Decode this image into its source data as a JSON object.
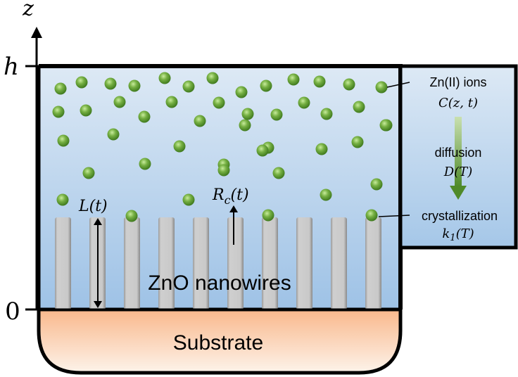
{
  "axis": {
    "label": "z",
    "top_tick": "h",
    "bottom_tick": "0"
  },
  "labels": {
    "length": "L(t)",
    "rc_main": "R",
    "rc_sub": "c",
    "rc_tail": "(t)",
    "nanowires": "ZnO nanowires",
    "substrate": "Substrate"
  },
  "side_panel": {
    "ions_title": "Zn(II) ions",
    "ions_formula": "C(z, t)",
    "diffusion_title": "diffusion",
    "diffusion_formula": "D(T)",
    "crystal_title": "crystallization",
    "crystal_main": "k",
    "crystal_sub": "1",
    "crystal_tail": "(T)"
  },
  "colors": {
    "solution_top": "#dce9f5",
    "solution_bottom": "#9fc3e6",
    "substrate_top": "#f9b98d",
    "substrate_bottom": "#fdf1e6",
    "nanowire": "#c8c8c8",
    "ion": "#6aa63a",
    "arrow_green": "#5c8f34"
  },
  "nanowire_count": 10,
  "ion_count": 52
}
